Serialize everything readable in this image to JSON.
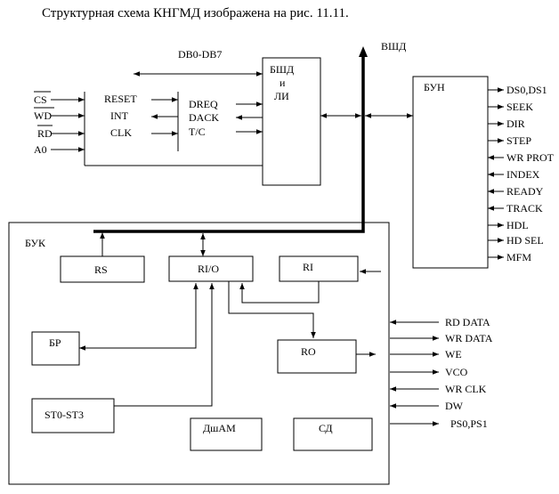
{
  "caption": "Структурная схема КНГМД изображена на рис. 11.11.",
  "labels": {
    "db_bus": "DB0-DB7",
    "vshd": "ВШД",
    "bshd1": "БШД",
    "bshd2": "и",
    "bshd3": "ЛИ",
    "bun": "БУН",
    "buk": "БУК",
    "cs": "CS",
    "wd": "WD",
    "rd": "RD",
    "a0": "A0",
    "reset": "RESET",
    "int": "INT",
    "clk": "CLK",
    "dreq": "DREQ",
    "dack": "DACK",
    "tc": "T/C",
    "rs": "RS",
    "rio": "RI/O",
    "ri": "RI",
    "br": "БР",
    "ro": "RO",
    "st": "ST0-ST3",
    "dsham": "ДшАМ",
    "sd": "СД"
  },
  "bun_signals": [
    "DS0,DS1",
    "SEEK",
    "DIR",
    "STEP",
    "WR PROT",
    "INDEX",
    "READY",
    "TRACK",
    "HDL",
    "HD SEL",
    "MFM"
  ],
  "buk_signals": [
    "RD DATA",
    "WR DATA",
    "WE",
    "VCO",
    "WR CLK",
    "DW",
    "PS0,PS1"
  ]
}
